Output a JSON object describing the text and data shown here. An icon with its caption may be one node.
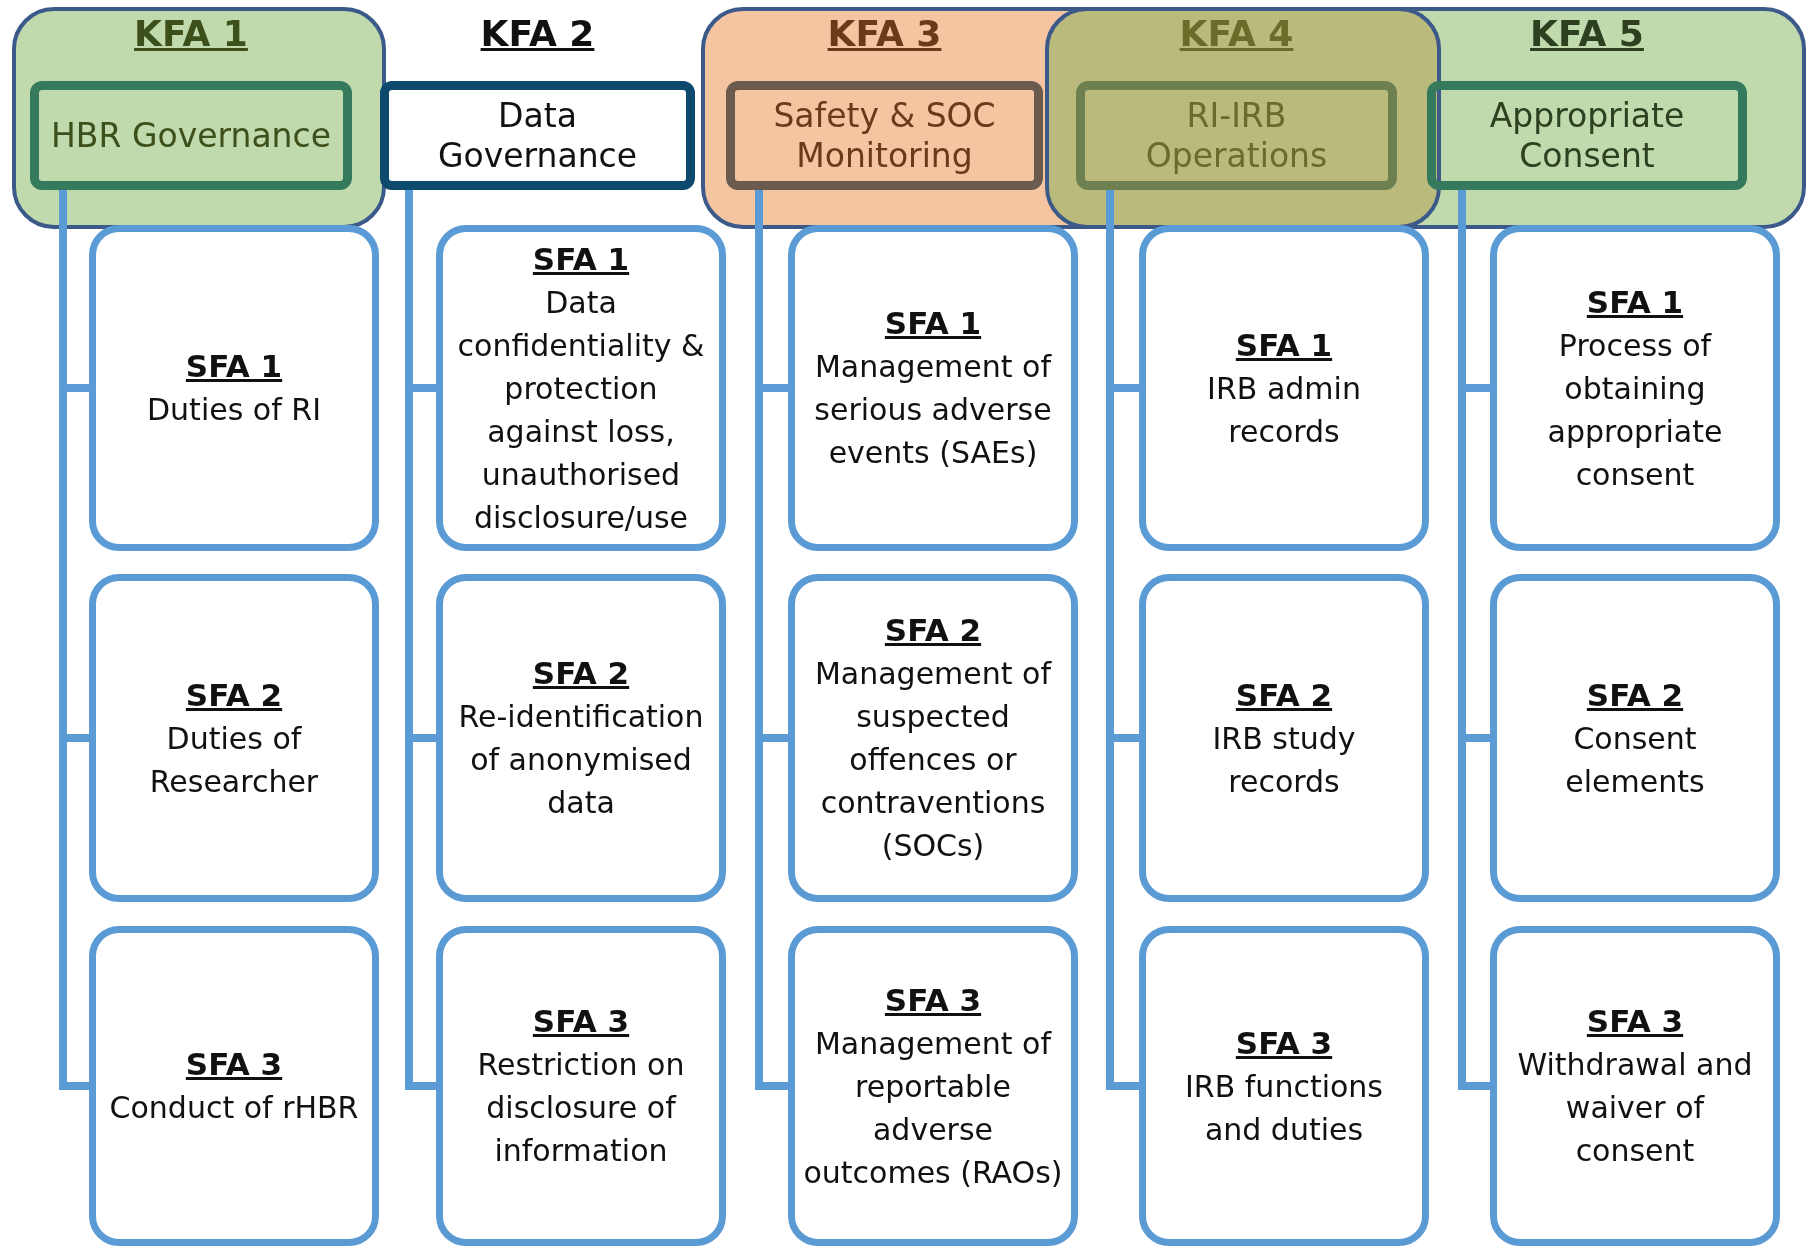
{
  "diagram": {
    "nodes": [
      {
        "text": [
          "KFA 1",
          "HBR Governance"
        ]
      },
      {
        "text": [
          "SFA 1",
          "Duties of RI"
        ]
      },
      {
        "text": [
          "SFA 2",
          "Duties of Researcher"
        ]
      },
      {
        "text": [
          "SFA 3",
          "Conduct of rHBR"
        ]
      },
      {
        "text": [
          "KFA 2",
          "Data Governance"
        ]
      },
      {
        "text": [
          "SFA 1",
          "Data confidentiality & protection against loss, unauthorised disclosure/use"
        ]
      },
      {
        "text": [
          "SFA 2",
          "Re-identification of anonymised data"
        ]
      },
      {
        "text": [
          "SFA 3",
          "Restriction on disclosure of information"
        ]
      },
      {
        "text": [
          "KFA 3",
          "Safety & SOC Monitoring"
        ]
      },
      {
        "text": [
          "SFA 1",
          "Management of serious adverse events (SAEs)"
        ]
      },
      {
        "text": [
          "SFA 2",
          "Management of suspected offences or contraventions (SOCs)"
        ]
      },
      {
        "text": [
          "SFA 3",
          "Management of reportable adverse outcomes (RAOs)"
        ]
      },
      {
        "text": [
          "KFA 4",
          "RI-IRB Operations"
        ]
      },
      {
        "text": [
          "SFA 1",
          "IRB admin records"
        ]
      },
      {
        "text": [
          "SFA 2",
          "IRB study records"
        ]
      },
      {
        "text": [
          "SFA 3",
          "IRB functions and duties"
        ]
      },
      {
        "text": [
          "KFA 5",
          "Appropriate Consent"
        ]
      },
      {
        "text": [
          "SFA 1",
          "Process of obtaining appropriate consent"
        ]
      },
      {
        "text": [
          "SFA 2",
          "Consent elements"
        ]
      },
      {
        "text": [
          "SFA 3",
          "Withdrawal and waiver of consent"
        ]
      }
    ],
    "edges": [
      {
        "from": 0,
        "to": 1,
        "arrow": "none"
      },
      {
        "from": 0,
        "to": 2,
        "arrow": "none"
      },
      {
        "from": 0,
        "to": 3,
        "arrow": "none"
      },
      {
        "from": 4,
        "to": 5,
        "arrow": "none"
      },
      {
        "from": 4,
        "to": 6,
        "arrow": "none"
      },
      {
        "from": 4,
        "to": 7,
        "arrow": "none"
      },
      {
        "from": 8,
        "to": 9,
        "arrow": "none"
      },
      {
        "from": 8,
        "to": 10,
        "arrow": "none"
      },
      {
        "from": 8,
        "to": 11,
        "arrow": "none"
      },
      {
        "from": 12,
        "to": 13,
        "arrow": "none"
      },
      {
        "from": 12,
        "to": 14,
        "arrow": "none"
      },
      {
        "from": 12,
        "to": 15,
        "arrow": "none"
      },
      {
        "from": 16,
        "to": 17,
        "arrow": "none"
      },
      {
        "from": 16,
        "to": 18,
        "arrow": "none"
      },
      {
        "from": 16,
        "to": 19,
        "arrow": "none"
      }
    ]
  }
}
